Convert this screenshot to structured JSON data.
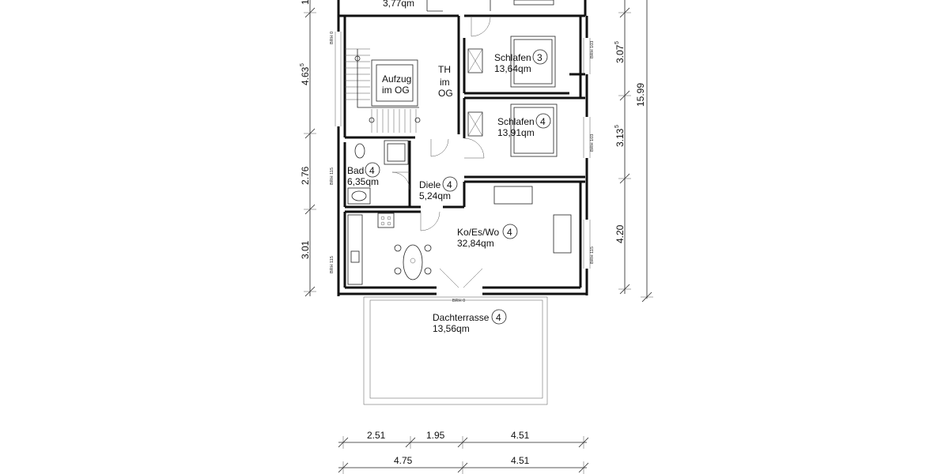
{
  "plan": {
    "top_room_area": "3,77qm",
    "dim_top_partial": "1",
    "stair": {
      "elevator_line1": "Aufzug",
      "elevator_line2": "im OG",
      "th_line1": "TH",
      "th_line2": "im",
      "th_line3": "OG"
    },
    "rooms": [
      {
        "name": "Schlafen",
        "area": "13,64qm",
        "tag": "3"
      },
      {
        "name": "Schlafen",
        "area": "13,91qm",
        "tag": "4"
      },
      {
        "name": "Bad",
        "area": "6,35qm",
        "tag": "4"
      },
      {
        "name": "Diele",
        "area": "5,24qm",
        "tag": "4"
      },
      {
        "name": "Ko/Es/Wo",
        "area": "32,84qm",
        "tag": "4"
      },
      {
        "name": "Dachterrasse",
        "area": "13,56qm",
        "tag": "4"
      }
    ],
    "brh": {
      "left_top": "BRH 0",
      "right_top": "BRH 103",
      "right_mid": "BRH 103",
      "left_bad": "BRH 115",
      "left_bottom": "BRH 115",
      "right_bottom": "BRH 115",
      "terrace_door": "BRH 0"
    },
    "dims_left": {
      "d1_main": "4.63",
      "d1_sup": "5",
      "d2": "2.76",
      "d3": "3.01"
    },
    "dims_right": {
      "r1_main": "3.07",
      "r1_sup": "5",
      "r2_main": "3.13",
      "r2_sup": "5",
      "r3": "4.20",
      "total": "15.99"
    },
    "dims_bottom": {
      "row1": [
        "2.51",
        "1.95",
        "4.51"
      ],
      "row2": [
        "4.75",
        "4.51"
      ]
    }
  }
}
